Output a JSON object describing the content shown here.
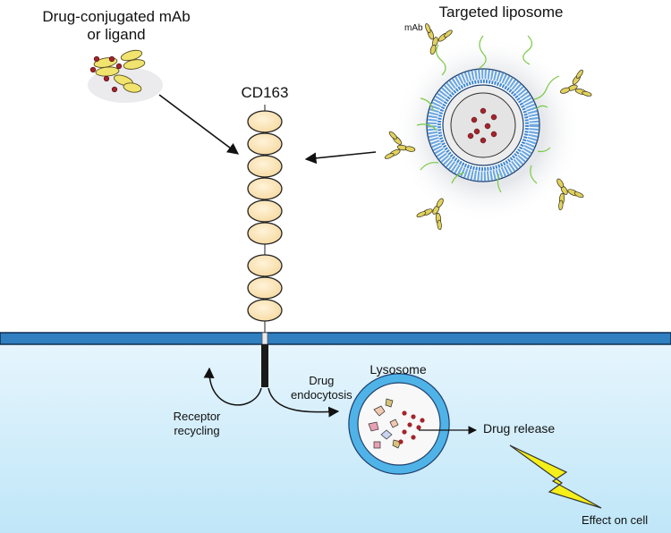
{
  "labels": {
    "conjugate": [
      "Drug-conjugated mAb",
      "or ligand"
    ],
    "liposome": "Targeted liposome",
    "mab": "mAb",
    "receptor": "CD163",
    "lysosome": "Lysosome",
    "endocytosis": [
      "Drug",
      "endocytosis"
    ],
    "recycling": [
      "Receptor",
      "recycling"
    ],
    "release": "Drug release",
    "effect": "Effect on cell"
  },
  "colors": {
    "membrane": "#2f7fc1",
    "cytoplasm_top": "#e6f5fd",
    "cytoplasm_bottom": "#bfe6f8",
    "domain_fill": "#fbe3b8",
    "antibody": "#e8dc6a",
    "drug": "#a3242c",
    "liposome": "#4a90d9",
    "linker": "#7ac943",
    "lightning": "#f5ef1a"
  }
}
